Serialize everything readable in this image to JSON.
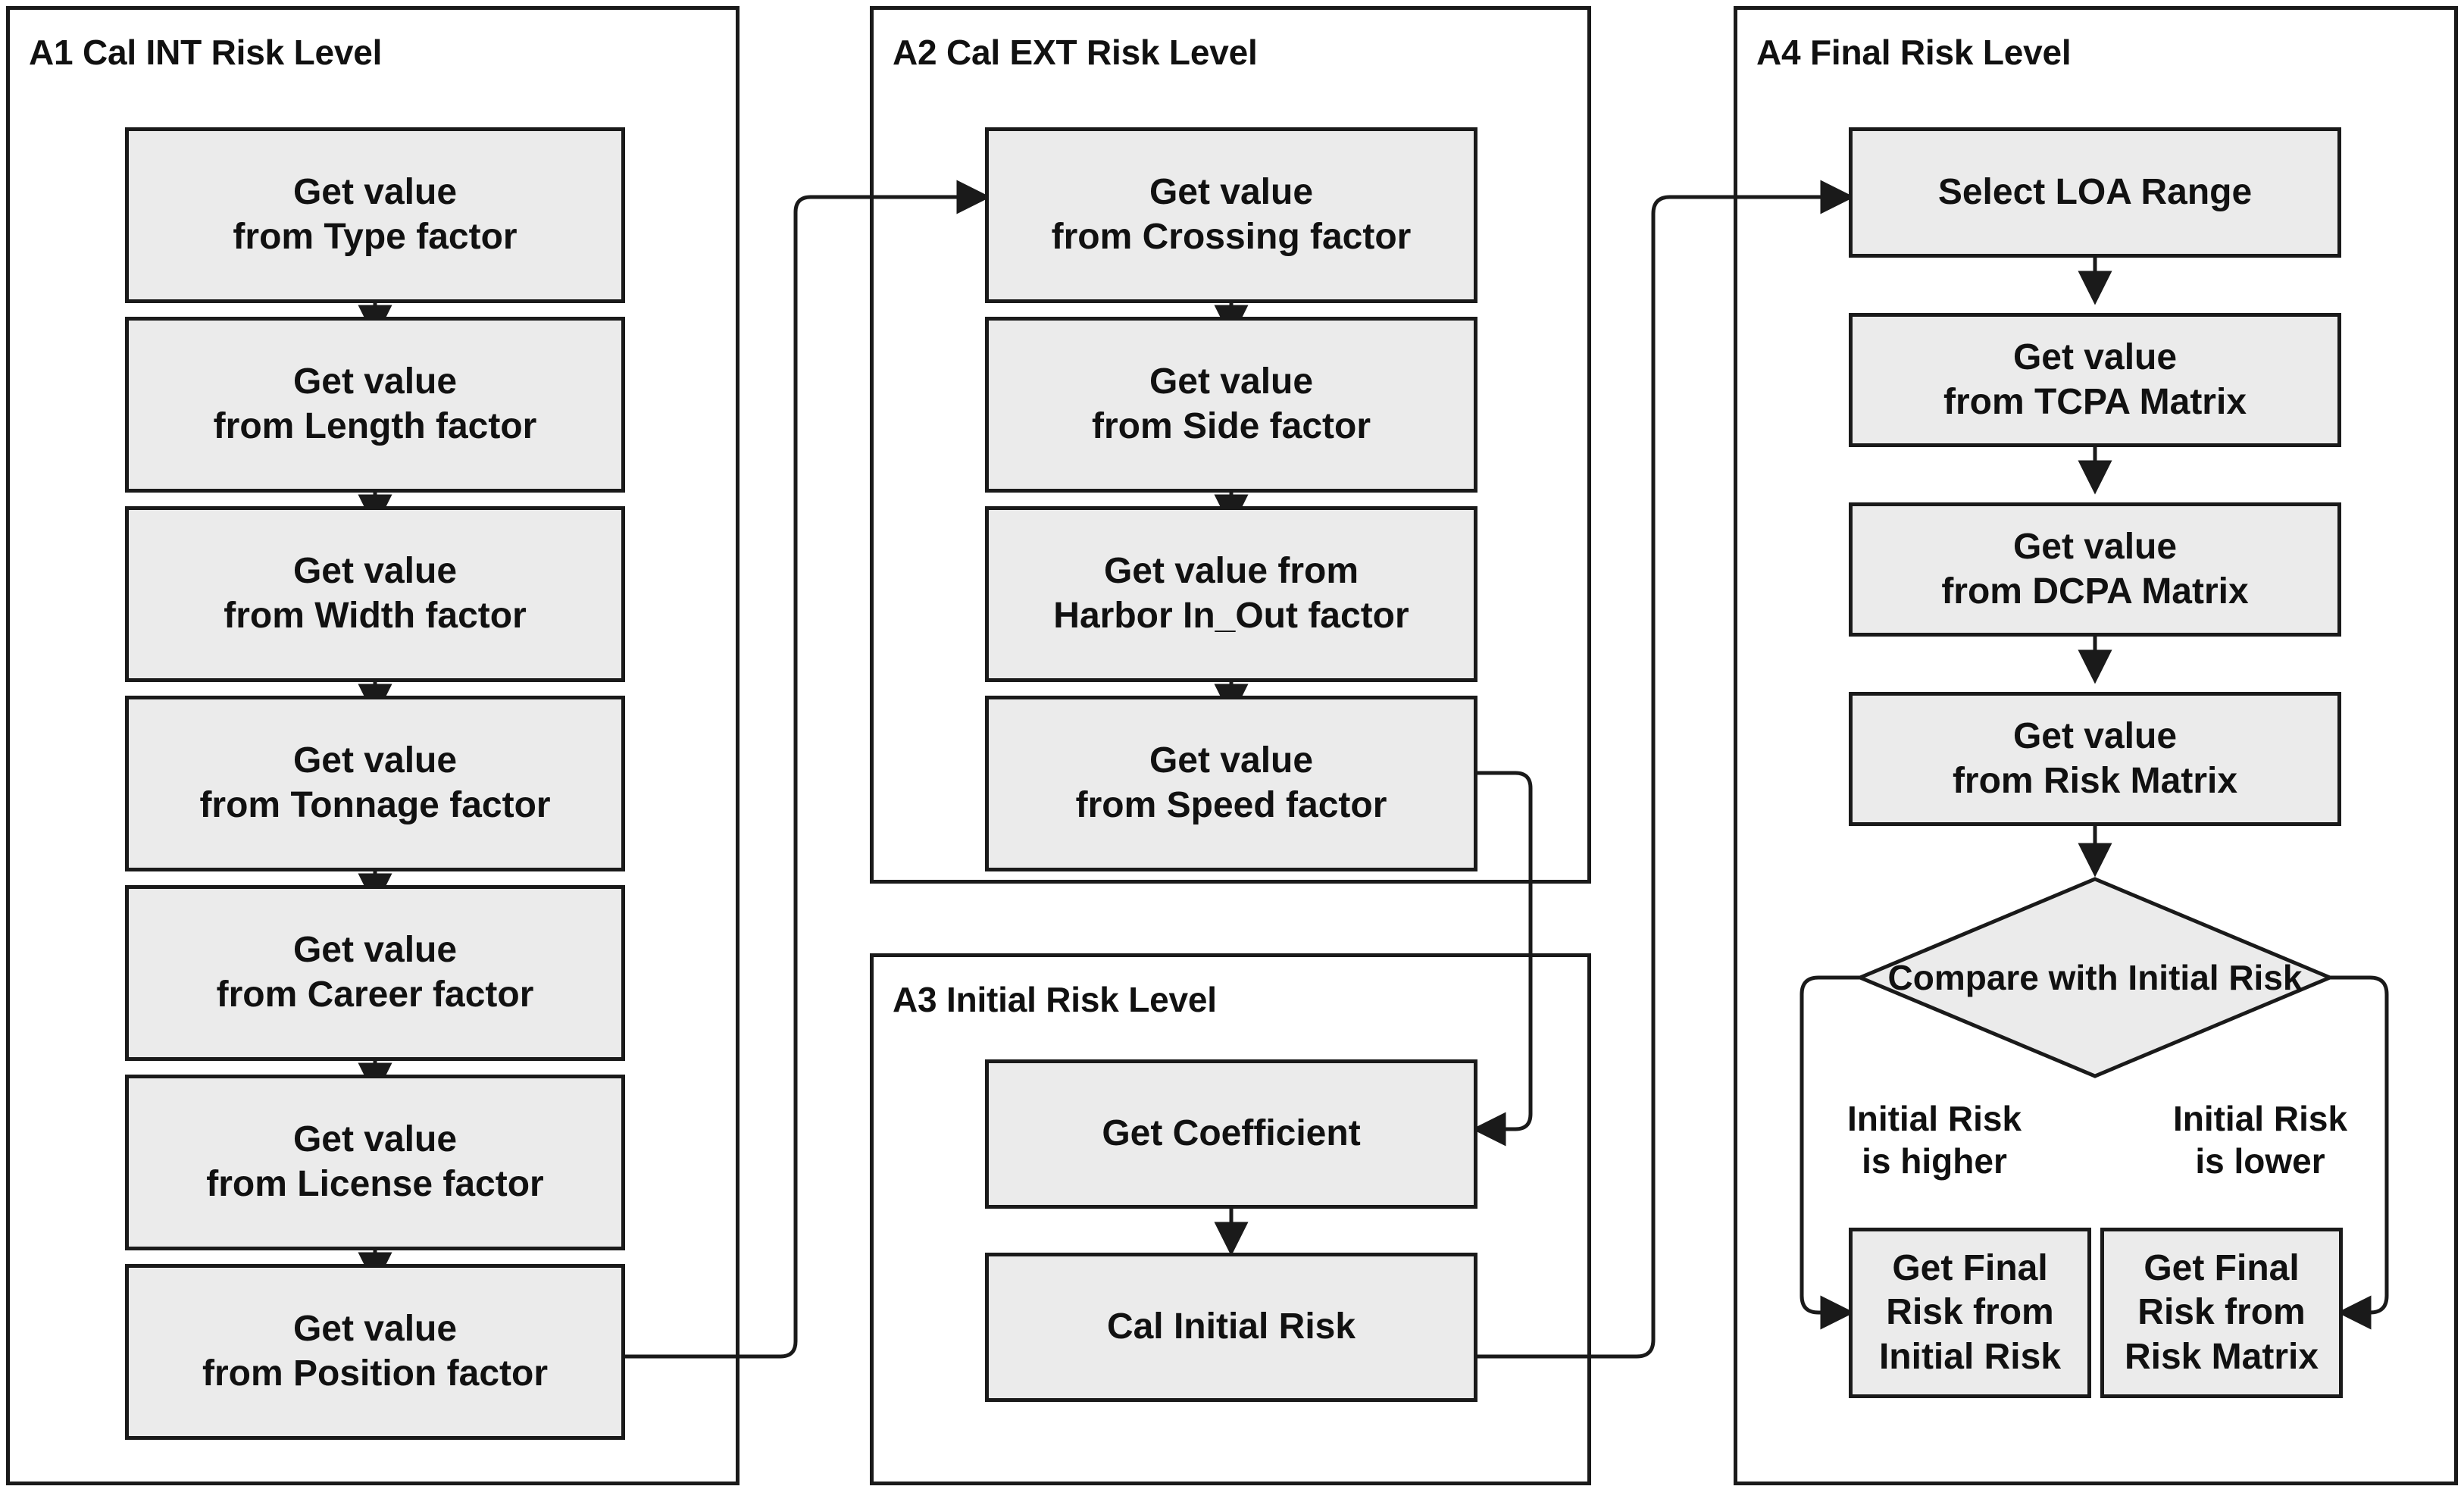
{
  "diagram": {
    "title": "Ship Collision Risk Level Calculation Flowchart",
    "box_fill": "#ebebeb",
    "stroke": "#1a1a1a",
    "background": "#ffffff"
  },
  "panels": [
    {
      "id": "A1",
      "title": "A1 Cal INT Risk Level",
      "nodes": [
        {
          "id": "a1n1",
          "line1": "Get value",
          "line2": "from Type factor"
        },
        {
          "id": "a1n2",
          "line1": "Get value",
          "line2": "from Length factor"
        },
        {
          "id": "a1n3",
          "line1": "Get value",
          "line2": "from Width factor"
        },
        {
          "id": "a1n4",
          "line1": "Get value",
          "line2": "from Tonnage factor"
        },
        {
          "id": "a1n5",
          "line1": "Get value",
          "line2": "from Career factor"
        },
        {
          "id": "a1n6",
          "line1": "Get value",
          "line2": "from License factor"
        },
        {
          "id": "a1n7",
          "line1": "Get value",
          "line2": "from Position factor"
        }
      ]
    },
    {
      "id": "A2",
      "title": "A2 Cal EXT Risk Level",
      "nodes": [
        {
          "id": "a2n1",
          "line1": "Get value",
          "line2": "from Crossing factor"
        },
        {
          "id": "a2n2",
          "line1": "Get value",
          "line2": "from Side factor"
        },
        {
          "id": "a2n3",
          "line1": "Get value from",
          "line2": "Harbor In_Out factor"
        },
        {
          "id": "a2n4",
          "line1": "Get value",
          "line2": "from Speed factor"
        }
      ]
    },
    {
      "id": "A3",
      "title": "A3 Initial Risk Level",
      "nodes": [
        {
          "id": "a3n1",
          "line1": "Get Coefficient",
          "line2": ""
        },
        {
          "id": "a3n2",
          "line1": "Cal Initial Risk",
          "line2": ""
        }
      ]
    },
    {
      "id": "A4",
      "title": "A4 Final Risk Level",
      "nodes": [
        {
          "id": "a4n1",
          "line1": "Select LOA Range",
          "line2": ""
        },
        {
          "id": "a4n2",
          "line1": "Get value",
          "line2": "from TCPA Matrix"
        },
        {
          "id": "a4n3",
          "line1": "Get value",
          "line2": "from DCPA Matrix"
        },
        {
          "id": "a4n4",
          "line1": "Get value",
          "line2": "from Risk Matrix"
        }
      ],
      "decision": {
        "id": "a4d1",
        "line1": "Compare",
        "line2": "with Initial Risk"
      },
      "branch_labels": [
        {
          "id": "a4b1",
          "text": "Initial Risk\nis higher"
        },
        {
          "id": "a4b2",
          "text": "Initial Risk\nis lower"
        }
      ],
      "outcomes": [
        {
          "id": "a4o1",
          "line1": "Get Final",
          "line2": "Risk from",
          "line3": "Initial Risk"
        },
        {
          "id": "a4o2",
          "line1": "Get Final",
          "line2": "Risk from",
          "line3": "Risk Matrix"
        }
      ]
    }
  ],
  "flow_edges": [
    {
      "from": "a1n1",
      "to": "a1n2"
    },
    {
      "from": "a1n2",
      "to": "a1n3"
    },
    {
      "from": "a1n3",
      "to": "a1n4"
    },
    {
      "from": "a1n4",
      "to": "a1n5"
    },
    {
      "from": "a1n5",
      "to": "a1n6"
    },
    {
      "from": "a1n6",
      "to": "a1n7"
    },
    {
      "from": "a1n7",
      "to": "a2n1"
    },
    {
      "from": "a2n1",
      "to": "a2n2"
    },
    {
      "from": "a2n2",
      "to": "a2n3"
    },
    {
      "from": "a2n3",
      "to": "a2n4"
    },
    {
      "from": "a2n4",
      "to": "a3n1"
    },
    {
      "from": "a3n1",
      "to": "a3n2"
    },
    {
      "from": "a3n2",
      "to": "a4n1"
    },
    {
      "from": "a4n1",
      "to": "a4n2"
    },
    {
      "from": "a4n2",
      "to": "a4n3"
    },
    {
      "from": "a4n3",
      "to": "a4n4"
    },
    {
      "from": "a4n4",
      "to": "a4d1"
    },
    {
      "from": "a4d1",
      "to": "a4o1",
      "label": "Initial Risk is higher"
    },
    {
      "from": "a4d1",
      "to": "a4o2",
      "label": "Initial Risk is lower"
    }
  ]
}
